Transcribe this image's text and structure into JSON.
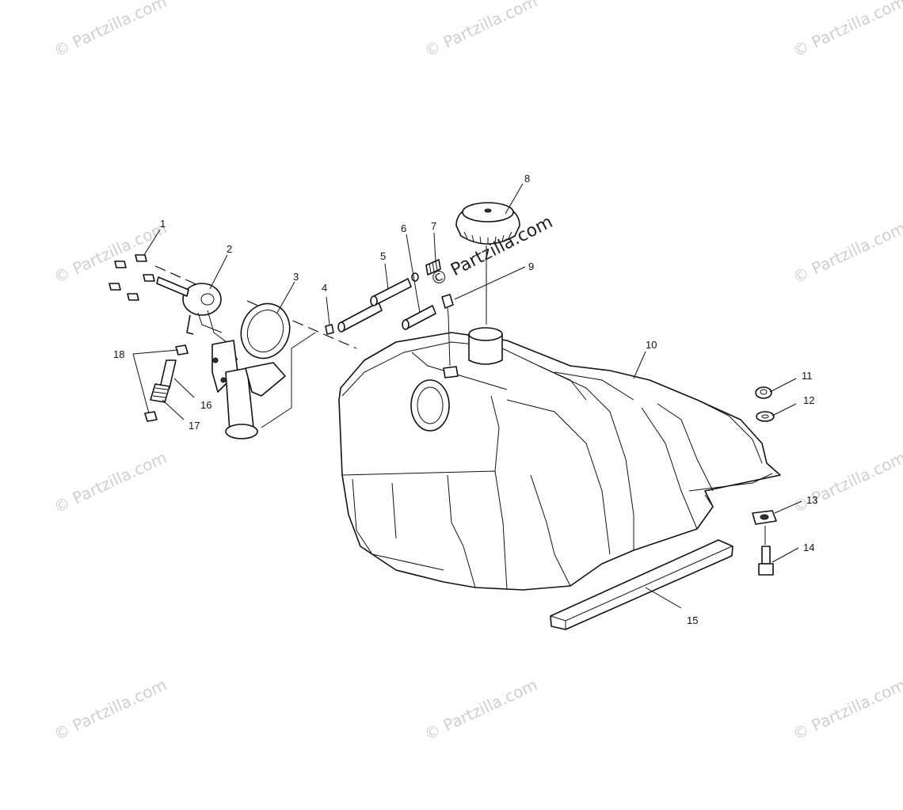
{
  "watermark_text": "© Partzilla.com",
  "callouts": [
    "1",
    "2",
    "3",
    "4",
    "5",
    "6",
    "7",
    "8",
    "9",
    "10",
    "11",
    "12",
    "13",
    "14",
    "15",
    "16",
    "17",
    "18"
  ]
}
